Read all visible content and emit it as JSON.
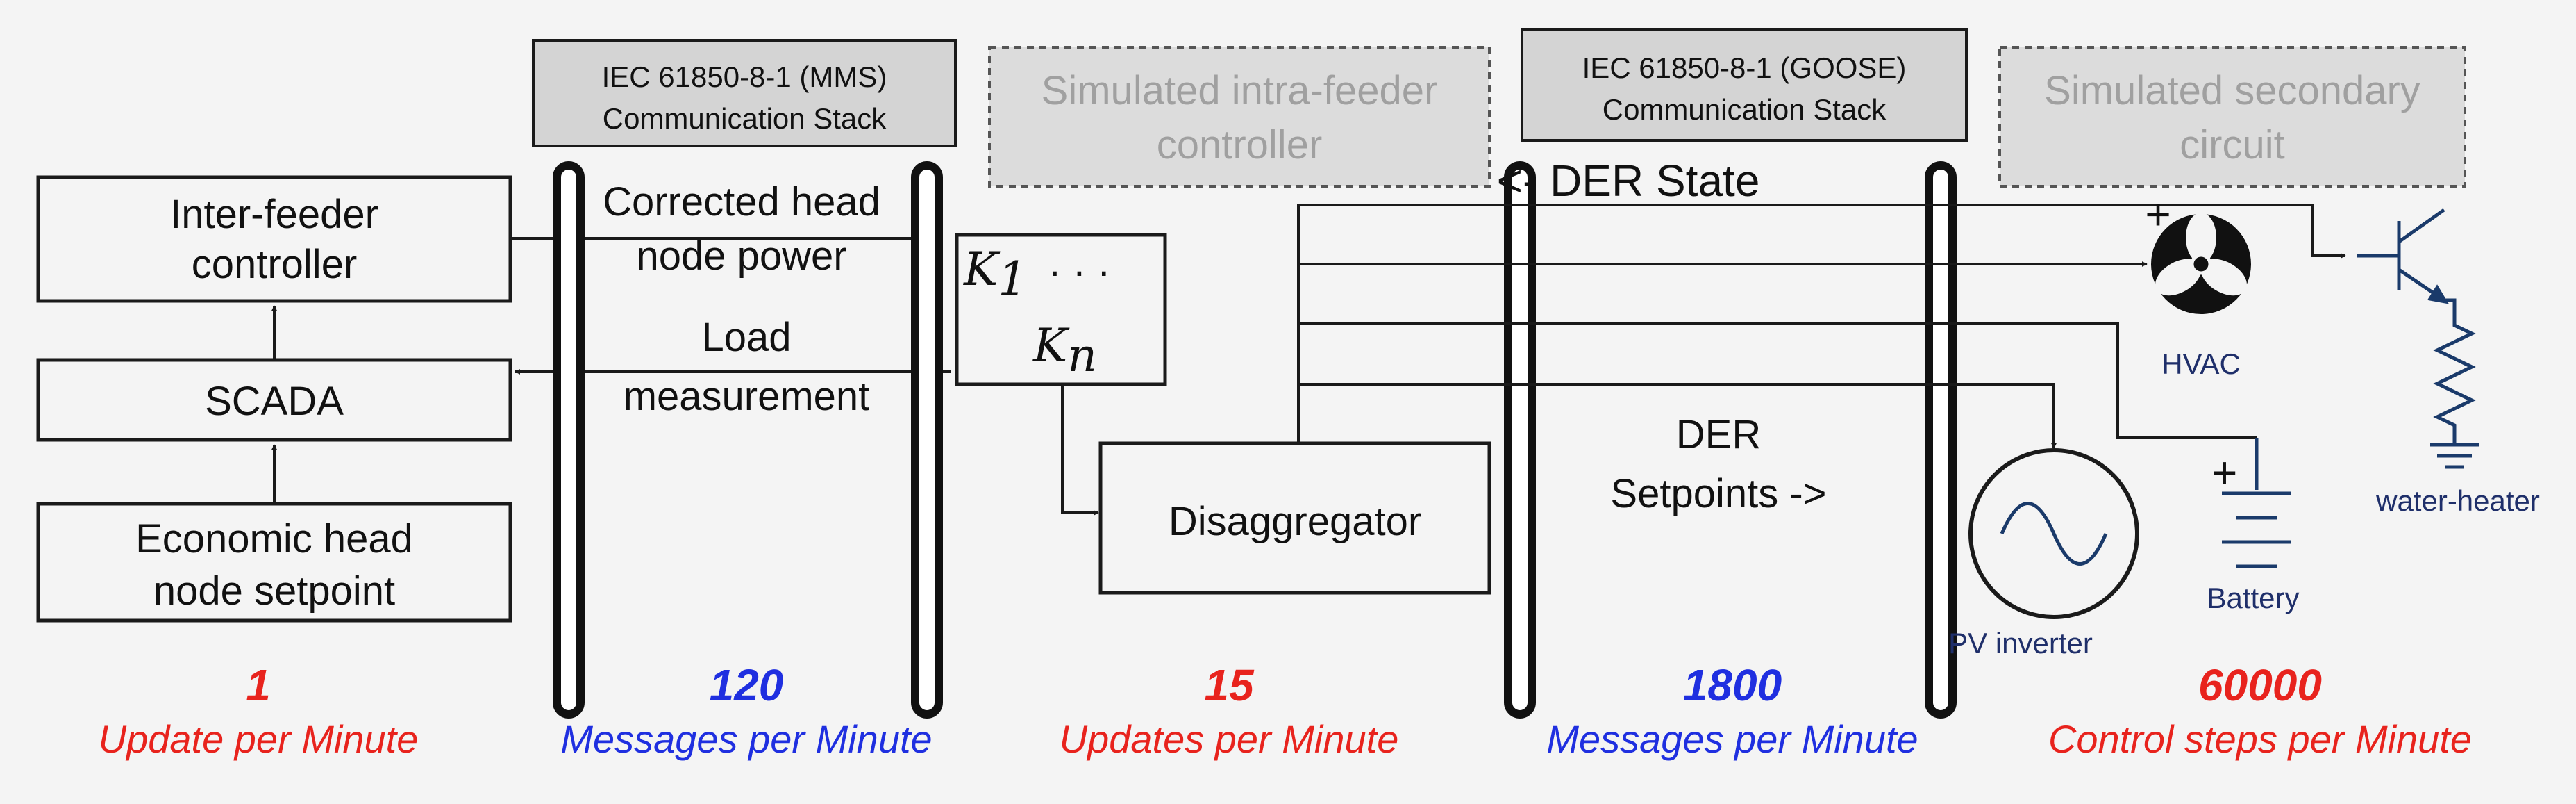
{
  "colors": {
    "rate_red": "#e8231d",
    "rate_blue": "#1f2fe0",
    "component_label": "#1f2f6a",
    "simulated_text": "#a0a0a0"
  },
  "stacks": {
    "mms": [
      "IEC 61850-8-1 (MMS)",
      "Communication Stack"
    ],
    "goose": [
      "IEC 61850-8-1 (GOOSE)",
      "Communication Stack"
    ]
  },
  "simulated": {
    "intra_feeder": [
      "Simulated intra-feeder",
      "controller"
    ],
    "secondary_circuit": [
      "Simulated secondary",
      "circuit"
    ]
  },
  "blocks": {
    "inter_feeder": [
      "Inter-feeder",
      "controller"
    ],
    "scada": "SCADA",
    "economic": [
      "Economic head",
      "node setpoint"
    ],
    "disaggregator": "Disaggregator"
  },
  "signals": {
    "corrected": [
      "Corrected head",
      "node power"
    ],
    "load": [
      "Load",
      "measurement"
    ],
    "der_state": "<- DER State",
    "der_setpoints": [
      "DER",
      "Setpoints ->"
    ]
  },
  "math": {
    "k1": "K",
    "k1_sub": "1",
    "dots": "· · ·",
    "kn": "K",
    "kn_sub": "n"
  },
  "devices": {
    "hvac": "HVAC",
    "water_heater": "water-heater",
    "battery": "Battery",
    "pv": "PV inverter"
  },
  "plus_signs": [
    "+",
    "+"
  ],
  "rates": [
    {
      "value": "1",
      "label": "Update per Minute",
      "color": "red"
    },
    {
      "value": "120",
      "label": "Messages per Minute",
      "color": "blue"
    },
    {
      "value": "15",
      "label": "Updates per Minute",
      "color": "red"
    },
    {
      "value": "1800",
      "label": "Messages per Minute",
      "color": "blue"
    },
    {
      "value": "60000",
      "label": "Control steps per Minute",
      "color": "red"
    }
  ]
}
